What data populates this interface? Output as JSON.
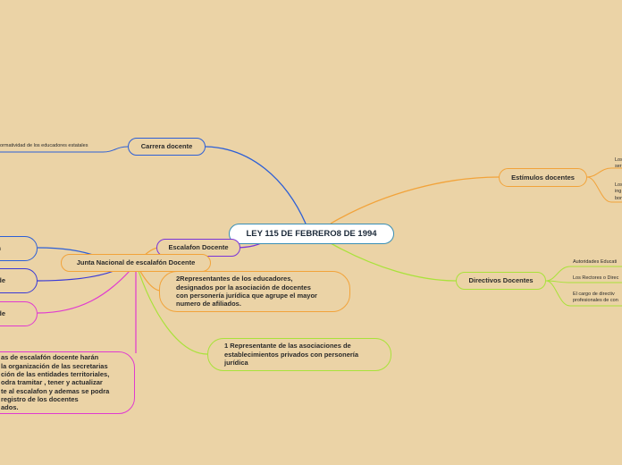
{
  "root": {
    "label": "LEY 115 DE FEBRERO8 DE 1994"
  },
  "branches": {
    "carrera": {
      "label": "Carrera docente",
      "leaf": "ormatividad  de los educadores estatales"
    },
    "estimulos": {
      "label": "Estímulos docentes",
      "leaf1": "Los\nser",
      "leaf2": "Los\ning\nbon"
    },
    "directivos": {
      "label": "Directivos Docentes",
      "leaf1": "Autoridades Educati",
      "leaf2": "Los Rectores o Direc",
      "leaf3": "El cargo de directiv\nprofesionales de con"
    },
    "escalafon": {
      "label": "Escalafon Docente"
    },
    "junta": {
      "label": "Junta Nacional de escalafón Docente"
    },
    "rep2": {
      "label": "2Representantes de los  educadores,\ndesignados por la asociación de docentes\ncon personería jurídica que agrupe el mayor\nnumero de afiliados."
    },
    "rep1": {
      "label": "1 Representante de las asociaciones de\nestablecimientos privados con personería\njurídica"
    },
    "left1": {
      "label": "n"
    },
    "left2": {
      "label": "de"
    },
    "left3": {
      "label": "de"
    },
    "left4": {
      "label": "as de escalafón docente harán\nla organización de las secretarias\nción de las entidades territoriales,\nodra tramitar , tener y actualizar\nte al escalafon y ademas se podra\nregistro de los docentes\nados."
    }
  },
  "colors": {
    "background": "#ebd3a6",
    "blue": "#2d5fd6",
    "orange": "#f2a33a",
    "lime": "#a9e23a",
    "magenta": "#e03ad0",
    "purple": "#7a33d9",
    "indigo": "#3a3ad6",
    "root_border": "#3a8fb5"
  }
}
